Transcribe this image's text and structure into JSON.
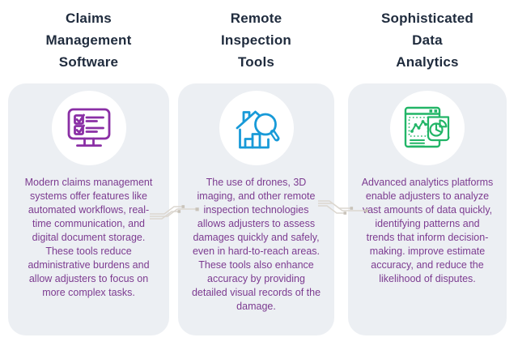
{
  "colors": {
    "card_background": "#eceff3",
    "heading_text": "#1f2b3d",
    "body_text": "#7c3b90",
    "connector_line": "#dcd7d0",
    "connector_dot": "#c9c3ba",
    "icon_circle_background": "#ffffff"
  },
  "connector_left": {
    "line_color": "#dcd7d0",
    "dot_color": "#c9c3ba"
  },
  "connector_right": {
    "line_color": "#dcd7d0",
    "dot_color": "#c9c3ba"
  },
  "columns": [
    {
      "title_lines": [
        "Claims",
        "Management",
        "Software"
      ],
      "icon": "monitor-checklist-icon",
      "accent": "#8a2fa5",
      "body": "Modern claims management systems offer features like automated workflows, real-time communication, and digital document storage. These tools reduce administrative burdens and allow adjusters to focus on more complex tasks."
    },
    {
      "title_lines": [
        "Remote",
        "Inspection",
        "Tools"
      ],
      "icon": "house-magnifier-icon",
      "accent": "#189ad8",
      "body": "The use of drones, 3D imaging, and other remote inspection technologies allows adjusters to assess damages quickly and safely, even in hard-to-reach areas. These tools also enhance accuracy by providing detailed visual records of the damage."
    },
    {
      "title_lines": [
        "Sophisticated",
        "Data",
        "Analytics"
      ],
      "icon": "analytics-chart-icon",
      "accent": "#22b567",
      "body": "Advanced analytics platforms enable adjusters to analyze vast amounts of data quickly, identifying patterns and trends that inform decision-making. improve estimate accuracy, and reduce the likelihood of disputes."
    }
  ]
}
